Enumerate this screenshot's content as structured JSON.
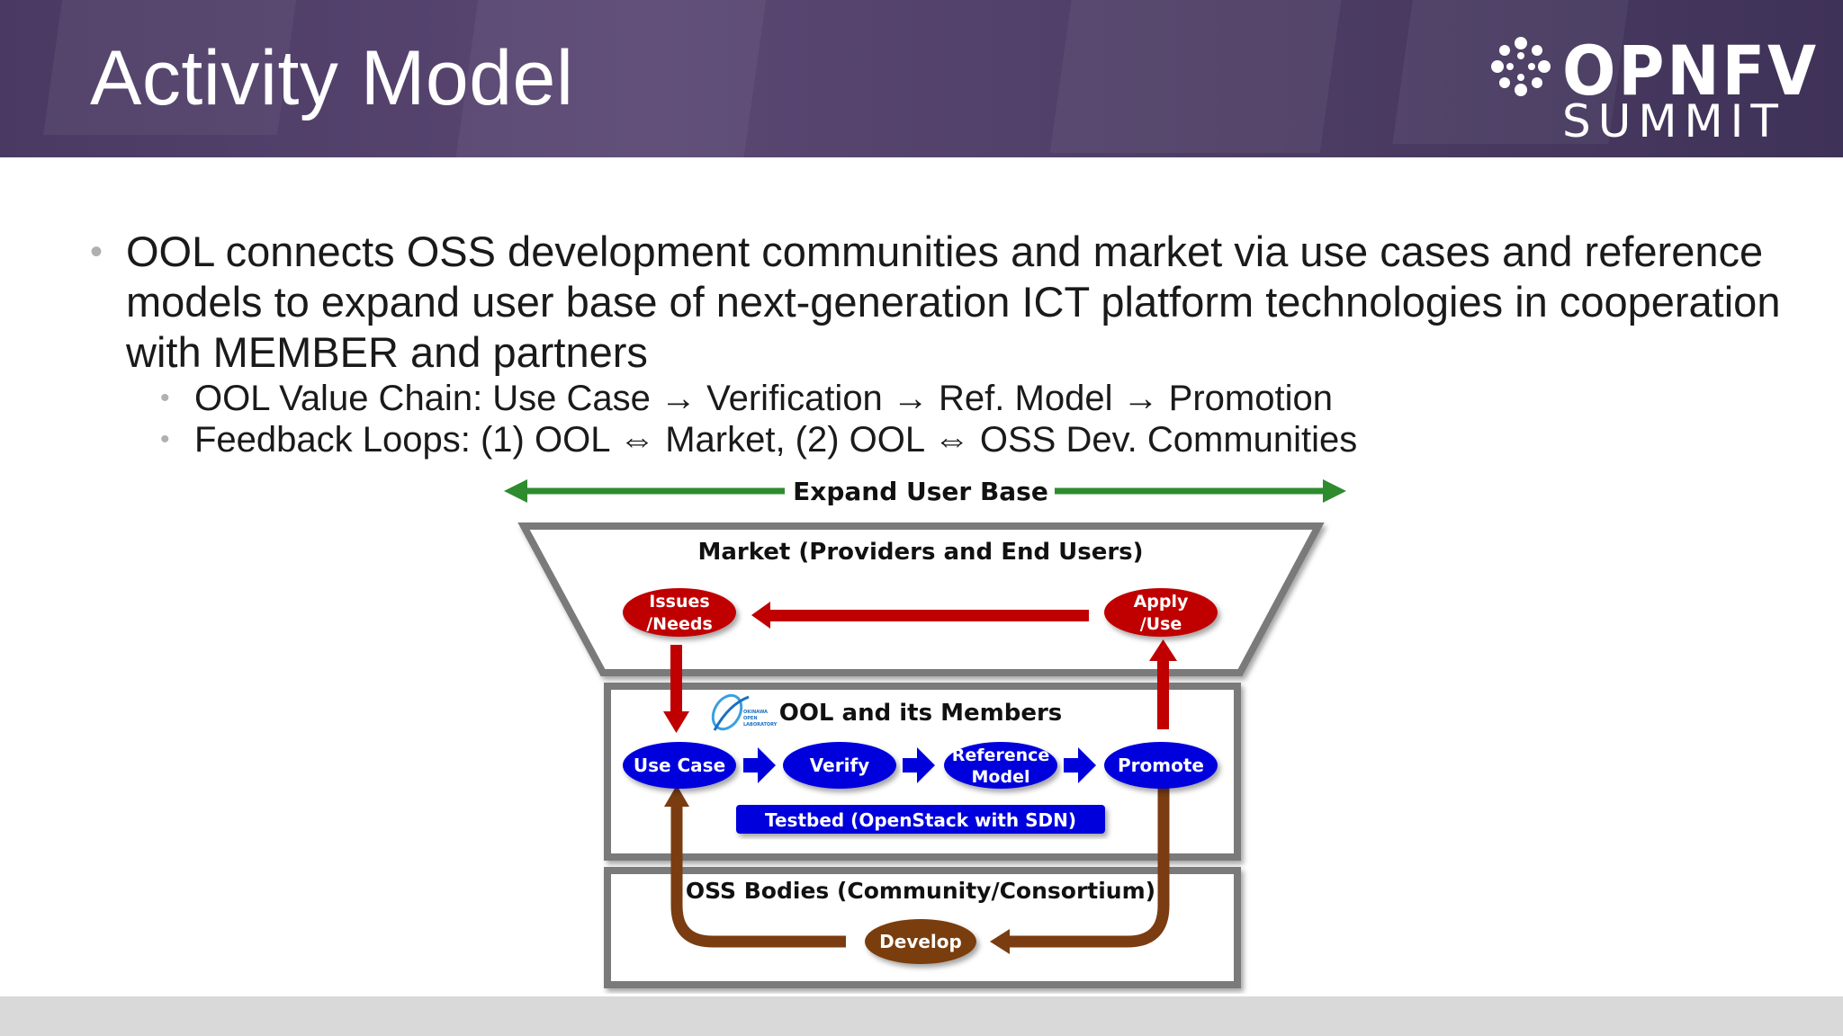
{
  "slide": {
    "title": "Activity Model"
  },
  "logo": {
    "word": "OPNFV",
    "sub": "SUMMIT"
  },
  "bullets": {
    "main": "OOL connects OSS development communities and market via use cases and reference models to expand user base of next-generation ICT platform technologies in cooperation with MEMBER and partners",
    "sub1": "OOL Value Chain: Use Case → Verification → Ref. Model → Promotion",
    "sub2": "Feedback Loops: (1) OOL ⇔ Market, (2) OOL ⇔ OSS Dev. Communities"
  },
  "diagram": {
    "expand_label": "Expand User Base",
    "market_label": "Market (Providers and End Users)",
    "issues_line1": "Issues",
    "issues_line2": "/Needs",
    "apply_line1": "Apply",
    "apply_line2": "/Use",
    "ool_label": "OOL and its Members",
    "use_case": "Use Case",
    "verify": "Verify",
    "reference_line1": "Reference",
    "reference_line2": "Model",
    "promote": "Promote",
    "testbed": "Testbed (OpenStack with SDN)",
    "oss_label": "OSS Bodies (Community/Consortium)",
    "develop": "Develop",
    "ool_logo_text_1": "OKINAWA",
    "ool_logo_text_2": "OPEN",
    "ool_logo_text_3": "LABORATORY",
    "colors": {
      "green": "#2e8b2e",
      "red": "#c00000",
      "blue": "#0000dd",
      "brown": "#7a3c10"
    }
  }
}
